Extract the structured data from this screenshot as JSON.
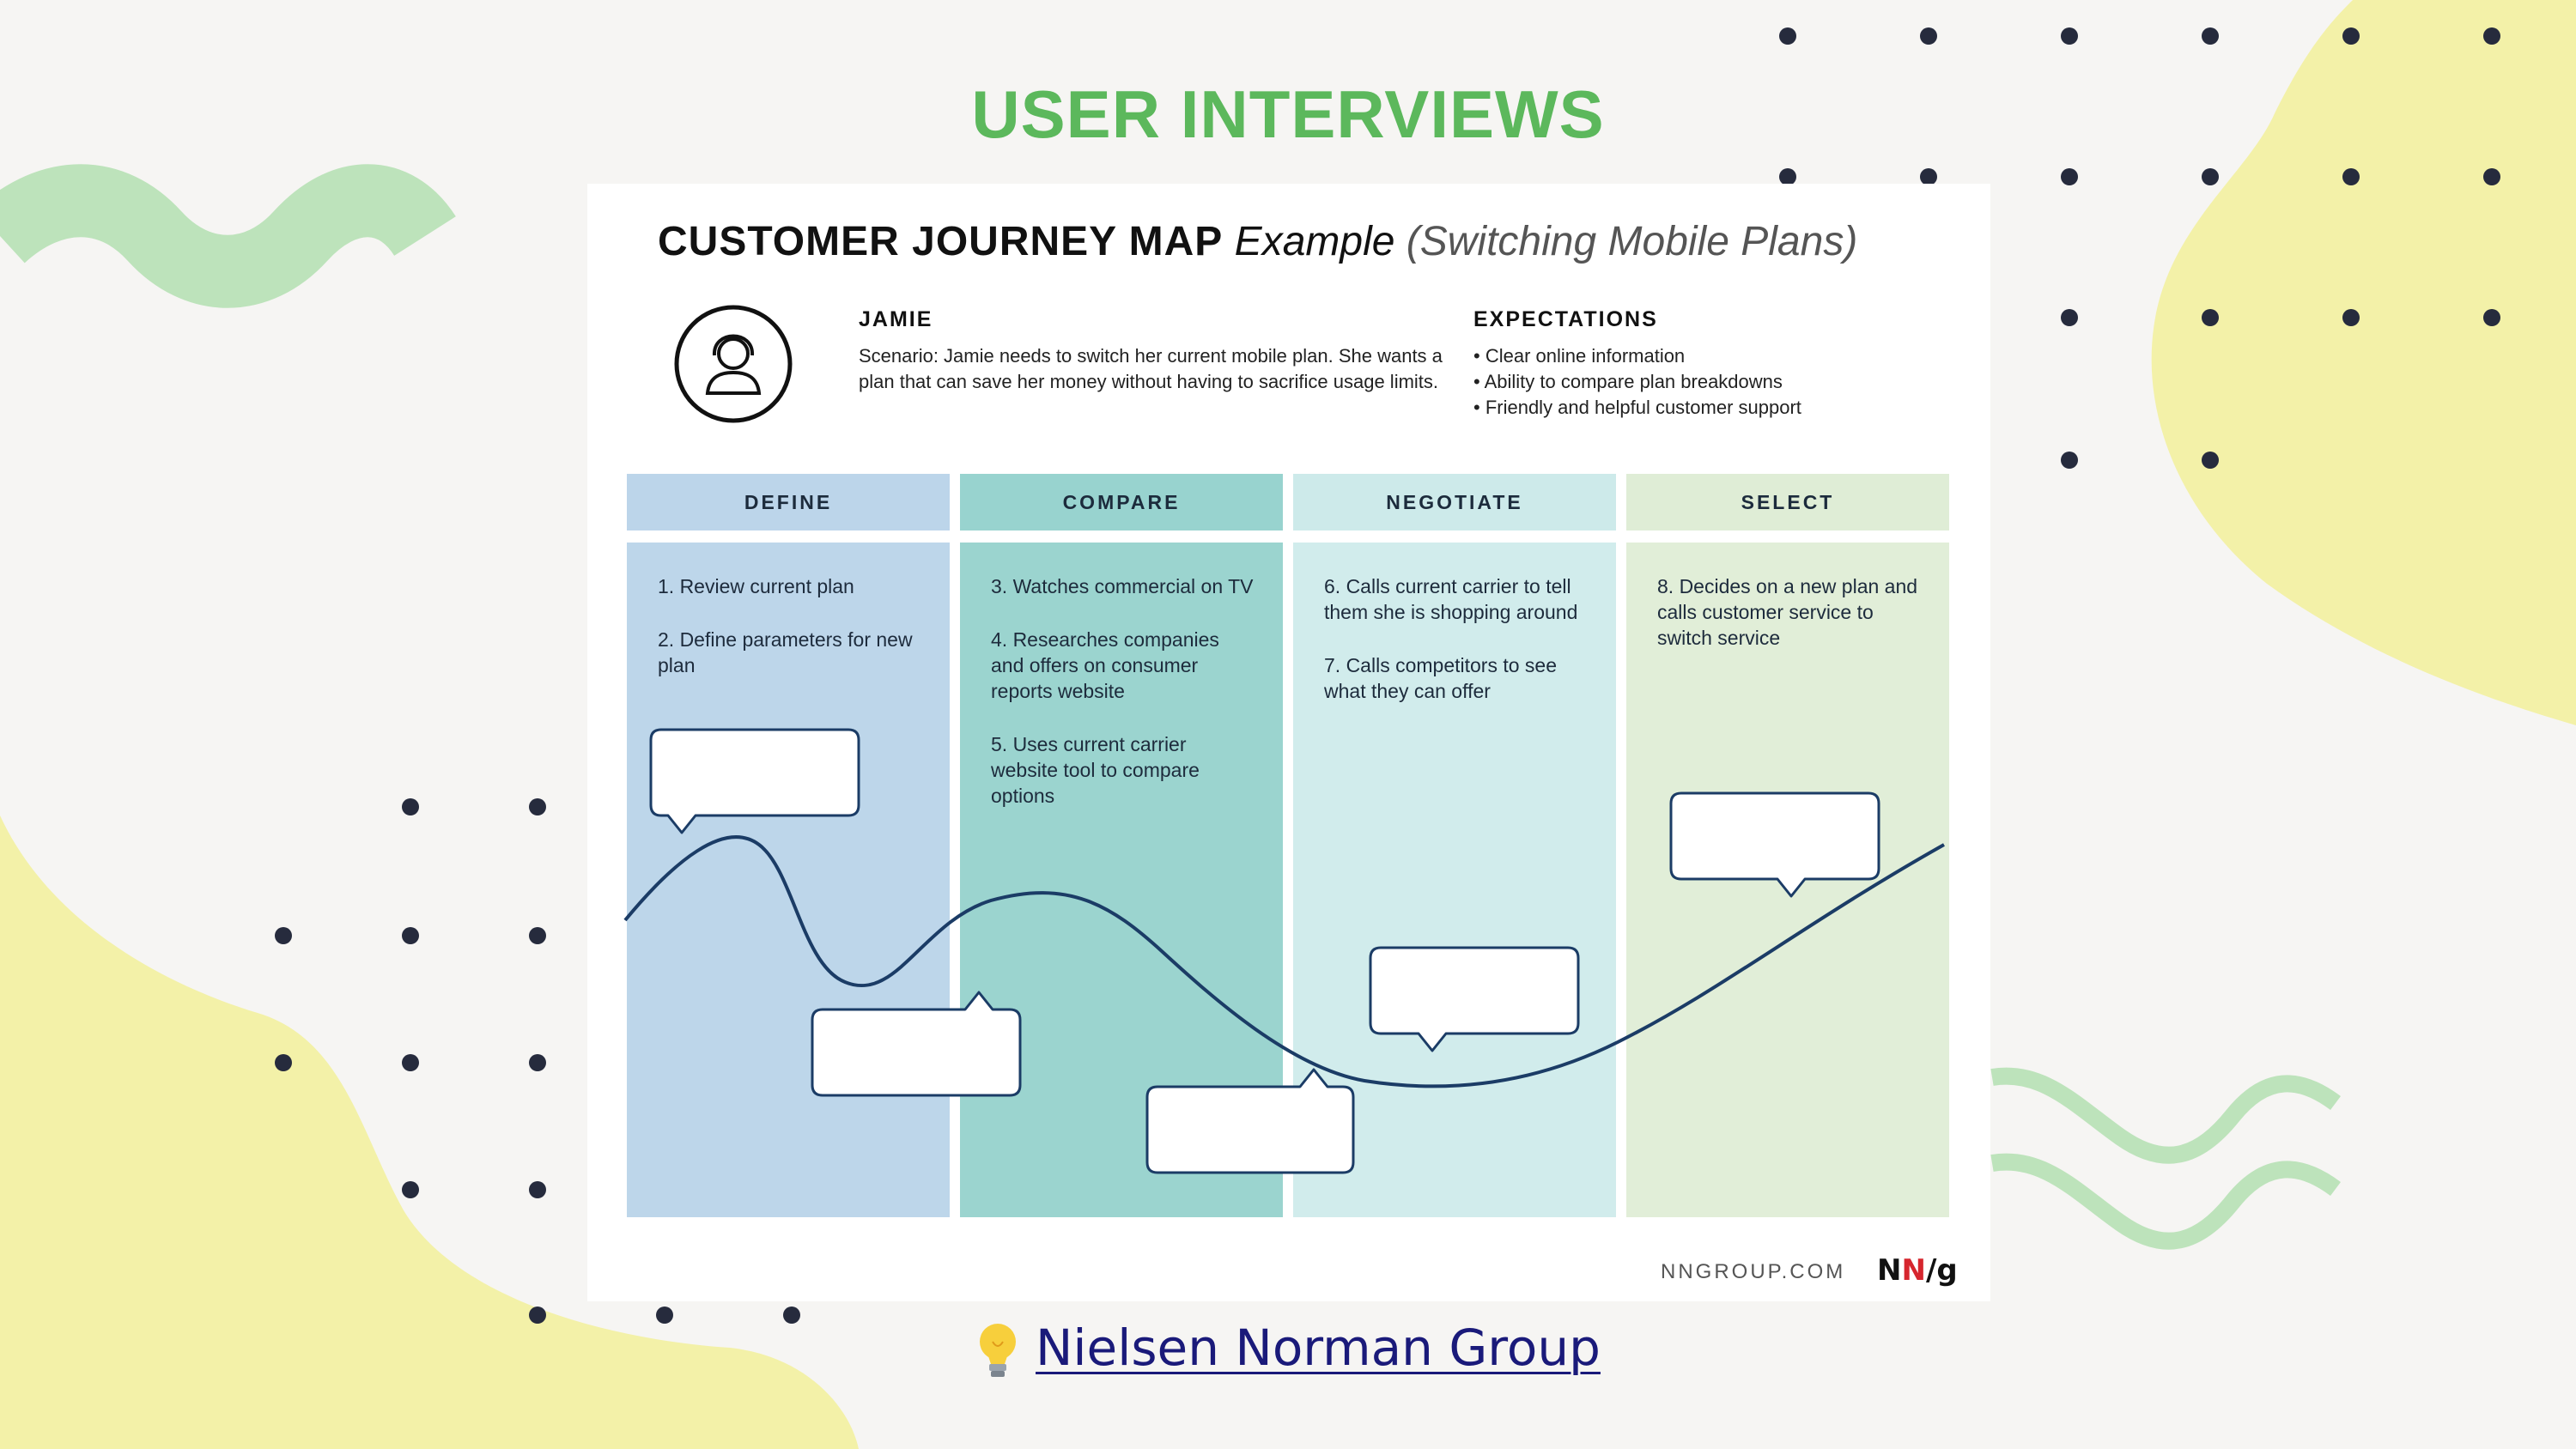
{
  "slide": {
    "title": "USER INTERVIEWS",
    "source_icon": "light-bulb-icon",
    "source_link": "Nielsen Norman Group"
  },
  "card": {
    "title_bold": "CUSTOMER JOURNEY MAP",
    "title_italic": "Example",
    "title_paren": "(Switching Mobile Plans)",
    "persona": {
      "icon": "user-avatar-icon",
      "name": "JAMIE",
      "scenario": "Scenario: Jamie needs to switch her current mobile plan. She wants a plan that can save her money without having to sacrifice usage limits."
    },
    "expectations": {
      "heading": "EXPECTATIONS",
      "items": [
        "Clear online information",
        "Ability to compare plan breakdowns",
        "Friendly and helpful customer support"
      ]
    },
    "phases": [
      {
        "name": "DEFINE",
        "steps": [
          "1. Review current plan",
          "2. Define parameters for new plan"
        ]
      },
      {
        "name": "COMPARE",
        "steps": [
          "3. Watches commercial on TV",
          "4. Researches companies and offers on consumer reports website",
          "5. Uses current carrier website tool to compare options"
        ]
      },
      {
        "name": "NEGOTIATE",
        "steps": [
          "6. Calls current carrier to tell them she is shopping around",
          "7. Calls competitors to see what they can offer"
        ]
      },
      {
        "name": "SELECT",
        "steps": [
          "8. Decides on a new plan and calls customer service to switch service"
        ]
      }
    ],
    "footer": {
      "site": "NNGROUP.COM",
      "logo_n1": "N",
      "logo_n2": "N",
      "logo_g": "/g"
    }
  },
  "colors": {
    "title_green": "#5cb85c",
    "define_header": "#bcd5ea",
    "define_body": "#bdd6ea",
    "compare_header": "#98d3cf",
    "compare_body": "#9bd4cf",
    "negotiate_header": "#cdeaea",
    "negotiate_body": "#d1ecec",
    "select_header": "#dfedd6",
    "select_body": "#e1eed8",
    "curve": "#1b3c66",
    "link": "#1a1a7a",
    "logo_red": "#d6262e"
  }
}
